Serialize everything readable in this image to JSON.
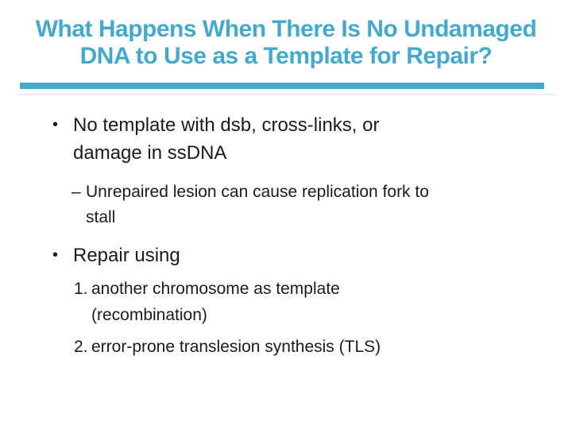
{
  "slide": {
    "colors": {
      "accent_teal": "#45a9ca",
      "rule_thin": "#e2eff5",
      "body_text": "#1b1b1b",
      "background": "#ffffff"
    },
    "title": {
      "lines": [
        "What Happens When There Is No Undamaged",
        "DNA to Use as a Template for Repair?"
      ]
    },
    "body": {
      "bullet1": {
        "marker": "•",
        "lines": [
          "No template with dsb, cross-links, or",
          "damage in ssDNA"
        ]
      },
      "sub1": {
        "marker": "–",
        "lines": [
          "Unrepaired lesion can cause replication fork to",
          "stall"
        ]
      },
      "bullet2": {
        "marker": "•",
        "lines": [
          "Repair using"
        ]
      },
      "item1": {
        "marker": "1.",
        "lines": [
          "another chromosome as template",
          "(recombination)"
        ]
      },
      "item2": {
        "marker": "2.",
        "lines": [
          "error-prone translesion synthesis (TLS)"
        ]
      }
    }
  }
}
